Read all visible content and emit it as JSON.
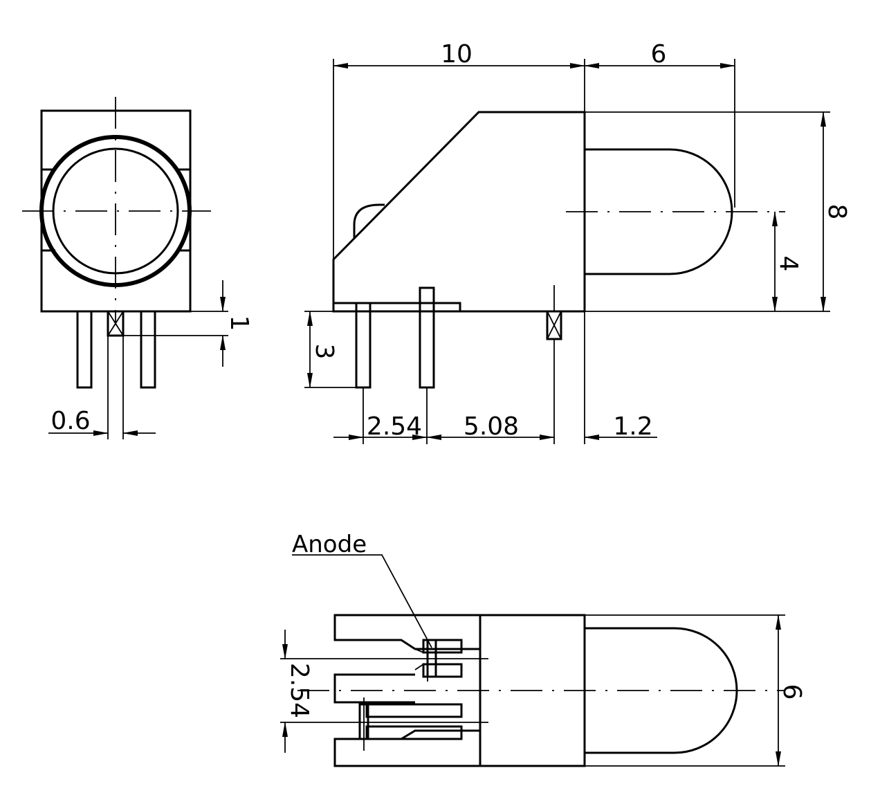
{
  "colors": {
    "ink": "#000000",
    "paper": "#ffffff"
  },
  "dimensions": {
    "body_length": "10",
    "lens_length": "6",
    "height": "8",
    "axis_height": "4",
    "standoff": "1",
    "pin_length": "3",
    "pin_width": "0.6",
    "pitch_1": "2.54",
    "pitch_2": "5.08",
    "pin_offset": "1.2",
    "bottom_pitch": "2.54",
    "bottom_width": "6"
  },
  "labels": {
    "anode": "Anode"
  }
}
